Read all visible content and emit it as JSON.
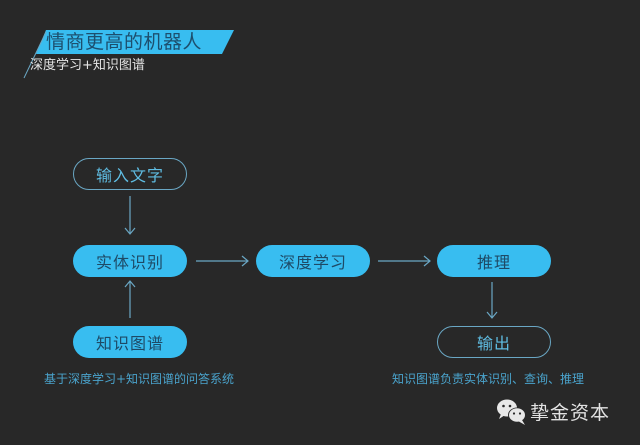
{
  "header": {
    "title": "情商更高的机器人",
    "subtitle": "深度学习+知识图谱"
  },
  "nodes": {
    "input": "输入文字",
    "entity_recognition": "实体识别",
    "knowledge_graph": "知识图谱",
    "deep_learning": "深度学习",
    "reasoning": "推理",
    "output": "输出"
  },
  "captions": {
    "left": "基于深度学习+知识图谱的问答系统",
    "right": "知识图谱负责实体识别、查询、推理"
  },
  "footer": {
    "brand": "挚金资本",
    "icon": "wechat-icon"
  },
  "colors": {
    "background": "#282828",
    "accent": "#38bdf0",
    "node_text": "#1e4a66",
    "outline": "#6aa7c4",
    "caption": "#4aa3cc"
  }
}
